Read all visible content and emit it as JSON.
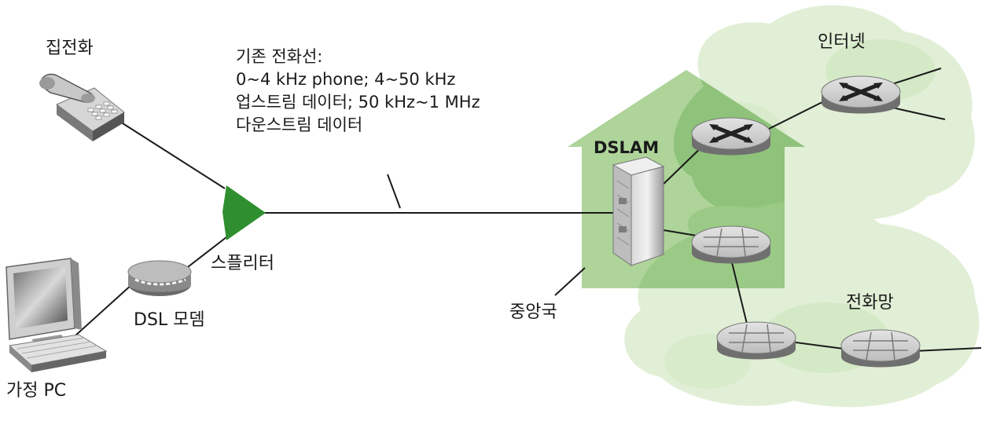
{
  "labels": {
    "home_phone": "집전화",
    "line_note": [
      "기존 전화선:",
      "0~4 kHz phone; 4~50 kHz",
      "업스트림 데이터; 50 kHz~1 MHz",
      "다운스트림 데이터"
    ],
    "dslam": "DSLAM",
    "internet": "인터넷",
    "splitter": "스플리터",
    "dsl_modem": "DSL 모뎀",
    "central_office": "중앙국",
    "phone_network": "전화망",
    "home_pc": "가정 PC"
  },
  "colors": {
    "cloud": "#e1efd6",
    "house": "#aed499",
    "overlap": "#8fc27a",
    "splitter": "#2f8f2f",
    "line": "#1a1a1a",
    "device_gray": "#8e8e8e"
  },
  "icons": {
    "phone": "desk-telephone-icon",
    "pc": "desktop-computer-icon",
    "modem": "dsl-modem-icon",
    "splitter": "splitter-triangle-icon",
    "dslam": "dslam-rack-icon",
    "router": "router-icon",
    "switch": "telephone-switch-icon"
  }
}
